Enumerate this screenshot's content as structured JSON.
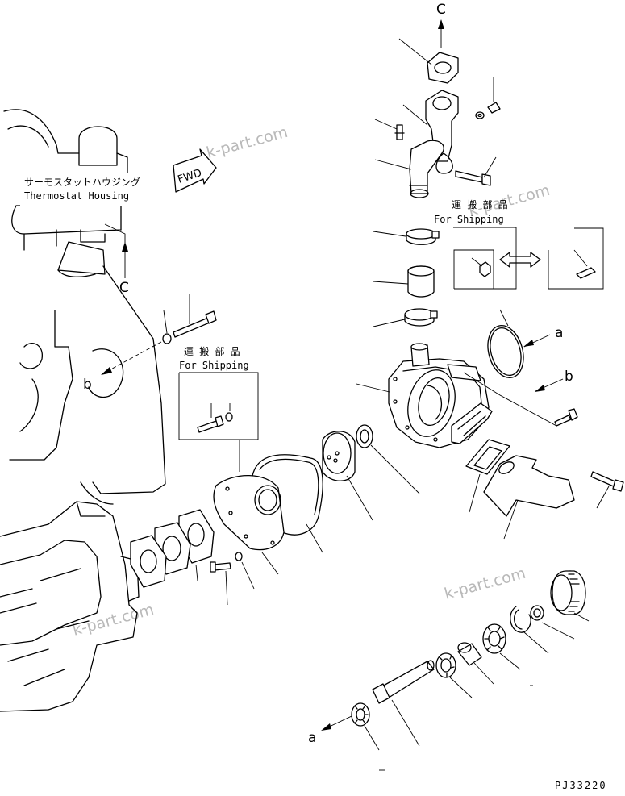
{
  "labels": {
    "thermostat_jp": "サーモスタットハウジング",
    "thermostat_en": "Thermostat Housing",
    "shipping_jp_right": "運 搬 部 品",
    "shipping_en_right": "For Shipping",
    "shipping_jp_left": "運 搬 部 品",
    "shipping_en_left": "For Shipping",
    "fwd": "FWD",
    "ref_c_top": "C",
    "ref_c_left": "C",
    "ref_a_right": "a",
    "ref_b_right": "b",
    "ref_b_left": "b",
    "ref_a_bottom": "a",
    "drawing_code": "PJ33220"
  },
  "watermarks": [
    "k-part.com",
    "k-part.com",
    "k-part.com",
    "k-part.com"
  ]
}
